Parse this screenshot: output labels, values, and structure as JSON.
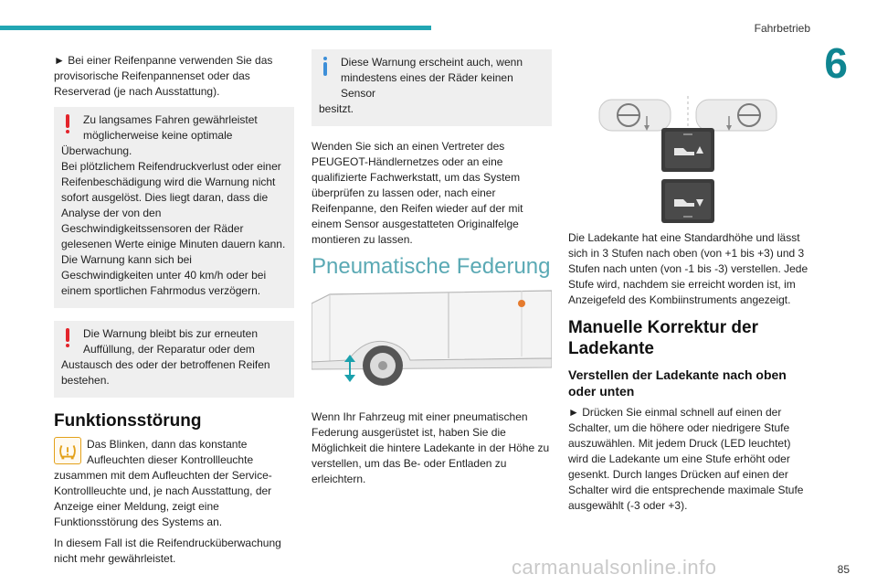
{
  "header": {
    "section": "Fahrbetrieb",
    "chapter": "6",
    "accent": "#22a6b3",
    "chapter_color": "#0f8591"
  },
  "col1": {
    "p1": "► Bei einer Reifenpanne verwenden Sie das provisorische Reifenpannenset oder das Reserverad (je nach Ausstattung).",
    "warn1": {
      "first": "Zu langsames Fahren gewährleistet möglicherweise keine optimale",
      "rest": "Überwachung.",
      "extra1": "Bei plötzlichem Reifendruckverlust oder einer Reifenbeschädigung wird die Warnung nicht sofort ausgelöst. Dies liegt daran, dass die Analyse der von den Geschwindigkeitssensoren der Räder gelesenen Werte einige Minuten dauern kann.",
      "extra2": "Die Warnung kann sich bei Geschwindigkeiten unter 40 km/h oder bei einem sportlichen Fahrmodus verzögern."
    },
    "warn2": {
      "first": "Die Warnung bleibt bis zur erneuten Auffüllung, der Reparatur oder dem",
      "rest": "Austausch des oder der betroffenen Reifen bestehen."
    },
    "heading": "Funktionsstörung",
    "p2": "Das Blinken, dann das konstante Aufleuchten dieser Kontrollleuchte zusammen mit dem Aufleuchten der Service-Kontrollleuchte und, je nach Ausstattung, der Anzeige einer Meldung, zeigt eine Funktionsstörung des Systems an.",
    "p3": "In diesem Fall ist die Reifendrucküberwachung nicht mehr gewährleistet."
  },
  "col2": {
    "info": {
      "first": "Diese Warnung erscheint auch, wenn mindestens eines der Räder keinen Sensor",
      "rest": "besitzt."
    },
    "p1": "Wenden Sie sich an einen Vertreter des PEUGEOT-Händlernetzes oder an eine qualifizierte Fachwerkstatt, um das System überprüfen zu lassen oder, nach einer Reifenpanne, den Reifen wieder auf der mit einem Sensor ausgestatteten Originalfelge montieren zu lassen.",
    "title": "Pneumatische Federung",
    "p2": "Wenn Ihr Fahrzeug mit einer pneumatischen Federung ausgerüstet ist, haben Sie die Möglichkeit die hintere Ladekante in der Höhe zu verstellen, um das Be- oder Entladen zu erleichtern."
  },
  "col3": {
    "p1": "Die Ladekante hat eine Standardhöhe und lässt sich in 3 Stufen nach oben (von +1 bis +3) und 3 Stufen nach unten (von -1 bis -3) verstellen. Jede Stufe wird, nachdem sie erreicht worden ist, im Anzeigefeld des Kombiinstruments angezeigt.",
    "heading": "Manuelle Korrektur der Ladekante",
    "subheading": "Verstellen der Ladekante nach oben oder unten",
    "p2": "► Drücken Sie einmal schnell auf einen der Schalter, um die höhere oder niedrigere Stufe auszuwählen. Mit jedem Druck (LED leuchtet) wird die Ladekante um eine Stufe erhöht oder gesenkt. Durch langes Drücken auf einen der Schalter wird die entsprechende maximale Stufe ausgewählt (-3 oder +3)."
  },
  "footer": {
    "page": "85",
    "watermark": "carmanualsonline.info"
  }
}
